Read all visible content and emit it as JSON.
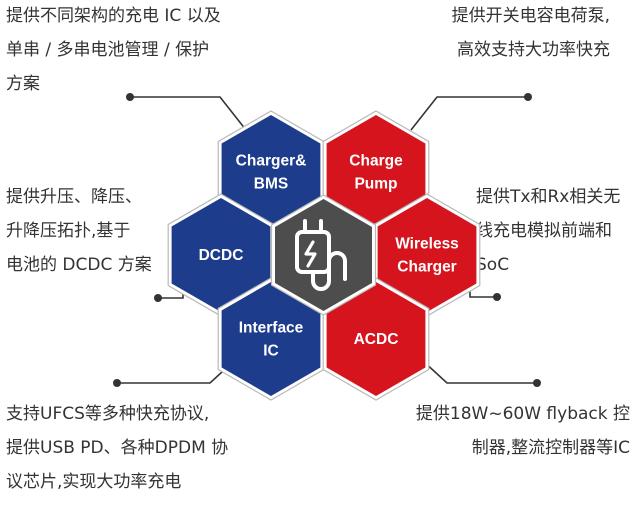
{
  "colors": {
    "navy": "#1e3c8c",
    "red": "#d5141e",
    "dark_gray": "#4d4d4d",
    "line": "#333333",
    "text": "#333333",
    "outer_stroke": "#b9b9b9"
  },
  "hexagons": [
    {
      "id": "charger-bms",
      "lines": [
        "Charger&",
        "BMS"
      ],
      "color": "navy"
    },
    {
      "id": "charge-pump",
      "lines": [
        "Charge",
        "Pump"
      ],
      "color": "red"
    },
    {
      "id": "dcdc",
      "lines": [
        "DCDC"
      ],
      "color": "navy"
    },
    {
      "id": "wireless-charger",
      "lines": [
        "Wireless",
        "Charger"
      ],
      "color": "red"
    },
    {
      "id": "interface-ic",
      "lines": [
        "Interface",
        "IC"
      ],
      "color": "navy"
    },
    {
      "id": "acdc",
      "lines": [
        "ACDC"
      ],
      "color": "red"
    }
  ],
  "center_icon": "charging-plug-icon",
  "descriptions": {
    "top_left": "提供不同架构的充电 IC 以及\n单串 / 多串电池管理 / 保护\n方案",
    "top_right": "提供开关电容电荷泵,\n高效支持大功率快充",
    "mid_left": "提供升压、降压、\n升降压拓扑,基于\n电池的 DCDC 方案",
    "mid_right": "提供Tx和Rx相关无\n线充电模拟前端和\nSoC",
    "bottom_left": "支持UFCS等多种快充协议,\n提供USB PD、各种DPDM 协\n议芯片,实现大功率充电",
    "bottom_right": "提供18W~60W flyback 控\n制器,整流控制器等IC"
  }
}
